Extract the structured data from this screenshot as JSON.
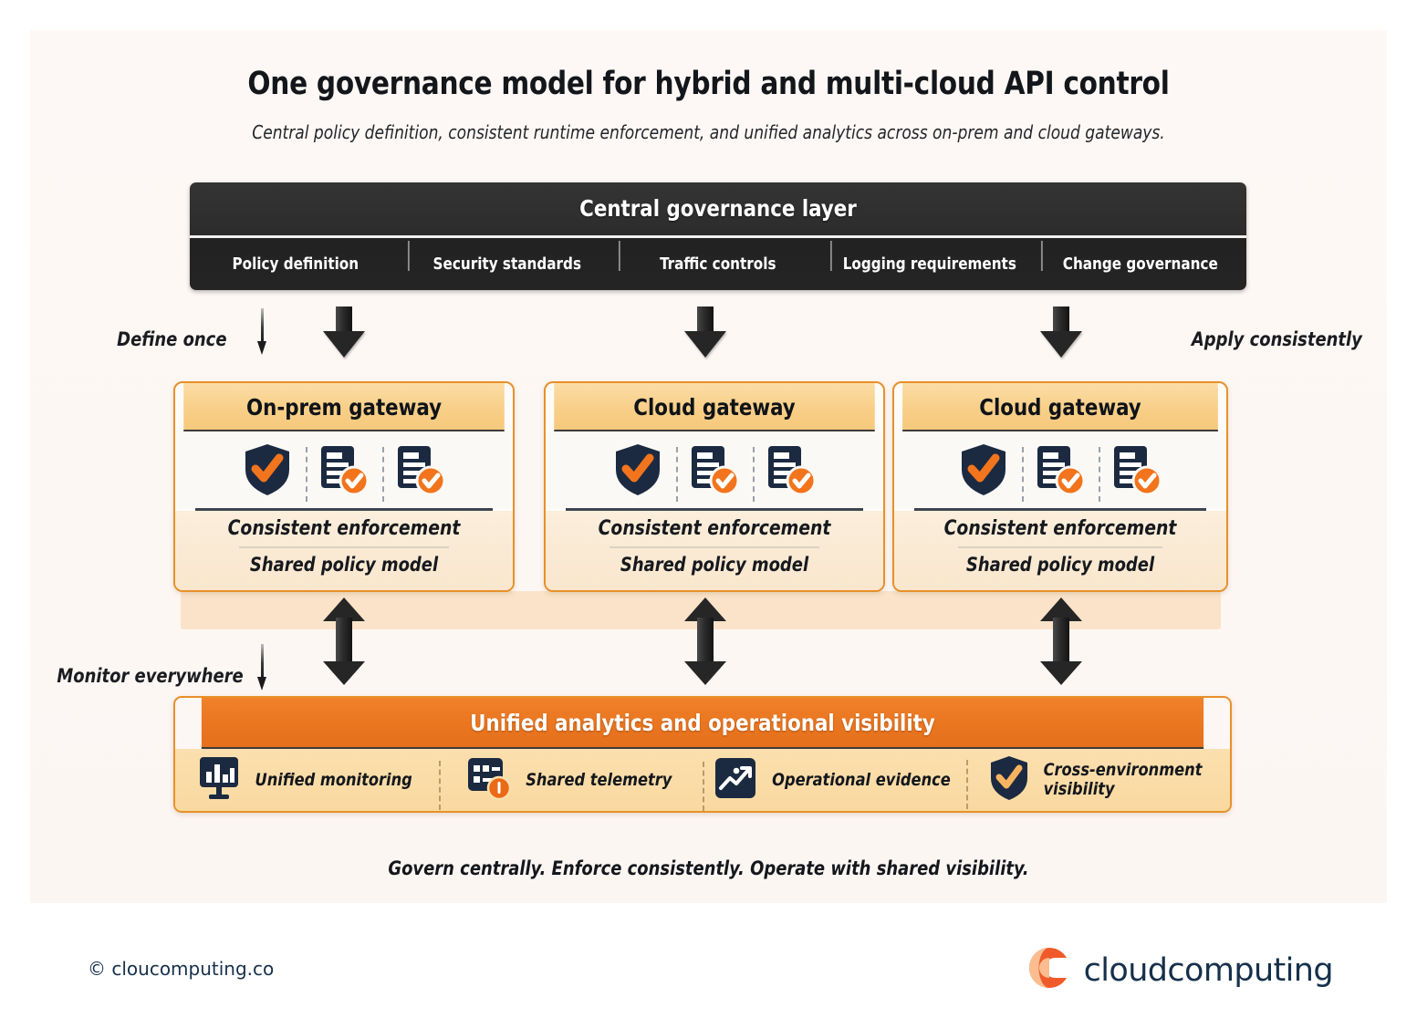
{
  "header": {
    "title": "One governance model for hybrid and multi-cloud API control",
    "subtitle": "Central policy definition, consistent runtime enforcement, and unified analytics across on-prem and cloud gateways."
  },
  "governance": {
    "title": "Central governance layer",
    "items": [
      {
        "label": "Policy definition"
      },
      {
        "label": "Security standards"
      },
      {
        "label": "Traffic controls"
      },
      {
        "label": "Logging requirements"
      },
      {
        "label": "Change governance"
      }
    ]
  },
  "annotations": {
    "define_once": "Define once",
    "apply_consistently": "Apply consistently",
    "monitor_everywhere": "Monitor everywhere"
  },
  "gateways": [
    {
      "title": "On-prem gateway",
      "icons": [
        "shield-check-icon",
        "document-check-icon",
        "document-check-icon"
      ],
      "line1": "Consistent enforcement",
      "line2": "Shared policy model"
    },
    {
      "title": "Cloud gateway",
      "icons": [
        "shield-check-icon",
        "document-check-icon",
        "document-check-icon"
      ],
      "line1": "Consistent enforcement",
      "line2": "Shared policy model"
    },
    {
      "title": "Cloud gateway",
      "icons": [
        "shield-check-icon",
        "document-check-icon",
        "document-check-icon"
      ],
      "line1": "Consistent enforcement",
      "line2": "Shared policy model"
    }
  ],
  "analytics": {
    "title": "Unified analytics and operational visibility",
    "items": [
      {
        "label": "Unified monitoring",
        "icon": "monitor-bar-chart-icon"
      },
      {
        "label": "Shared telemetry",
        "icon": "server-telemetry-icon"
      },
      {
        "label": "Operational evidence",
        "icon": "line-chart-icon"
      },
      {
        "label": "Cross-environment\nvisibility",
        "icon": "shield-check-icon"
      }
    ]
  },
  "footer": {
    "tagline": "Govern centrally. Enforce consistently. Operate with shared visibility.",
    "copyright": "© cloucomputing.co",
    "brand_name": "cloudcomputing"
  },
  "colors": {
    "page_background": "#ffffff",
    "panel_background": "#fdf8f5",
    "governance_bar": "#2a2a2a",
    "accent_orange": "#e8902a",
    "analytics_header": "#ea7620",
    "card_header_amber": "#f8cf88",
    "icon_navy": "#1b2a41",
    "brand_navy": "#16304b",
    "band_peach": "#fae3c9"
  }
}
